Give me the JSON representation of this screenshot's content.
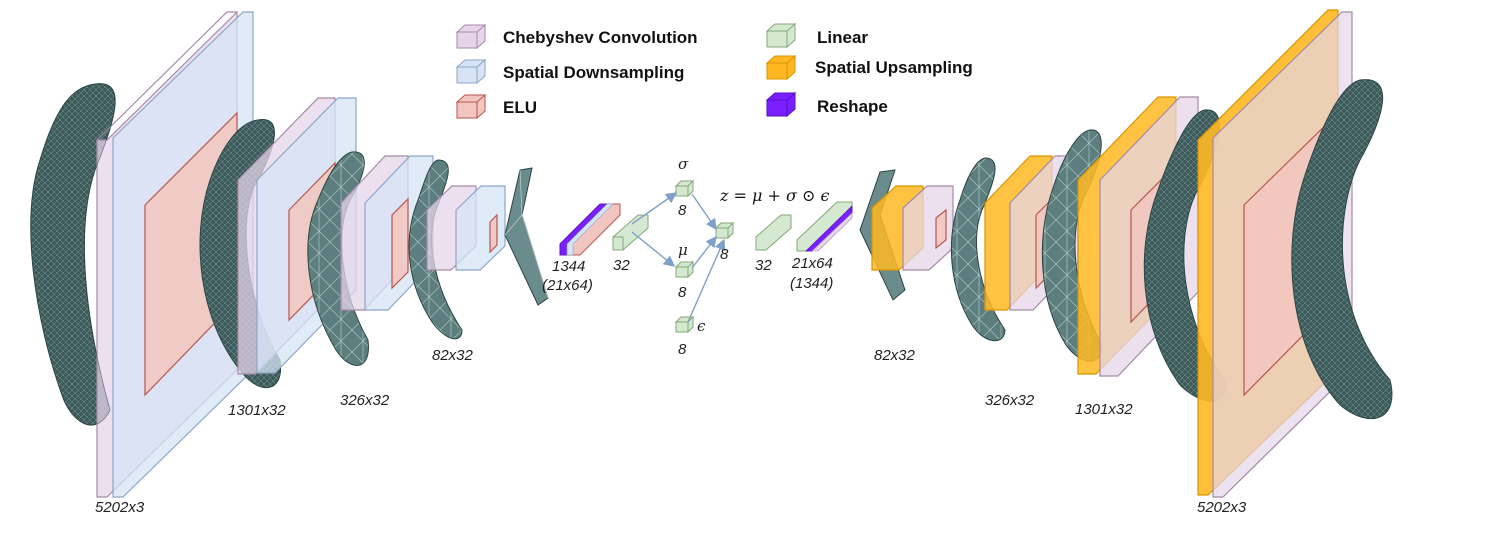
{
  "legend": {
    "cheb": "Chebyshev Convolution",
    "down": "Spatial Downsampling",
    "elu": "ELU",
    "linear": "Linear",
    "up": "Spatial Upsampling",
    "reshape": "Reshape"
  },
  "colors": {
    "cheb": "#e6d5e8",
    "cheb_edge": "#a58aa8",
    "down": "#d6e4f5",
    "down_edge": "#8ea6c8",
    "elu": "#f2c6c0",
    "elu_edge": "#b8564e",
    "linear": "#d5e8d0",
    "linear_edge": "#84a87a",
    "up": "#ffb822",
    "up_edge": "#d99400",
    "reshape": "#7a1fff",
    "mesh": "#3e5a5a",
    "arrow": "#7fa0c8"
  },
  "dims": {
    "enc1": "5202x3",
    "enc2": "1301x32",
    "enc3": "326x32",
    "enc4": "82x32",
    "flat": "1344",
    "flat_shape": "(21x64)",
    "enc_lin": "32",
    "sigma_n": "8",
    "mu_n": "8",
    "eps_n": "8",
    "z_n": "8",
    "dec_lin": "32",
    "dec_reshape": "21x64",
    "dec_reshape_n": "(1344)",
    "dec4": "82x32",
    "dec3": "326x32",
    "dec2": "1301x32",
    "dec1": "5202x3"
  },
  "symbols": {
    "sigma": "σ",
    "mu": "μ",
    "eps": "ϵ",
    "formula": "z = μ + σ ⊙ ϵ"
  }
}
